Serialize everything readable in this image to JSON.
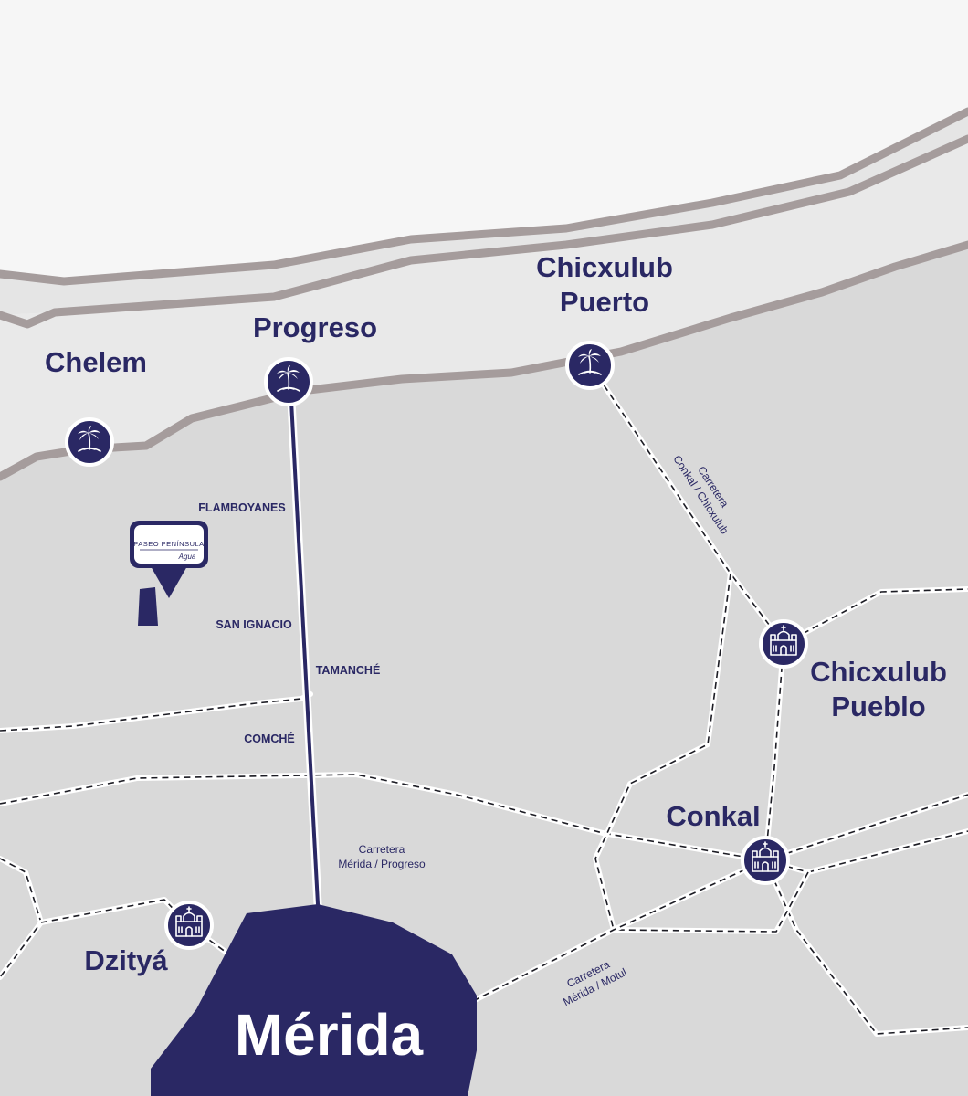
{
  "colors": {
    "land": "#d9d9d9",
    "sea": "#f6f6f6",
    "sand": "#e5e5e5",
    "coast_line": "#a59c9c",
    "accent": "#2a2864",
    "road": "#ffffff"
  },
  "towns": {
    "chelem": {
      "label": "Chelem",
      "icon": "palm-tree-icon"
    },
    "progreso": {
      "label": "Progreso",
      "icon": "palm-tree-icon"
    },
    "chicxulub_puerto": {
      "line1": "Chicxulub",
      "line2": "Puerto",
      "icon": "palm-tree-icon"
    },
    "chicxulub_pueblo": {
      "line1": "Chicxulub",
      "line2": "Pueblo",
      "icon": "church-icon"
    },
    "conkal": {
      "label": "Conkal",
      "icon": "church-icon"
    },
    "dzitya": {
      "label": "Dzityá",
      "icon": "church-icon"
    },
    "merida": {
      "label": "Mérida"
    }
  },
  "places": {
    "flamboyanes": "FLAMBOYANES",
    "san_ignacio": "SAN IGNACIO",
    "tamanche": "TAMANCHÉ",
    "comche": "COMCHÉ"
  },
  "roads": {
    "merida_progreso": {
      "line1": "Carretera",
      "line2": "Mérida / Progreso"
    },
    "conkal_chicxulub": {
      "line1": "Carretera",
      "line2": "Conkal / Chicxulub"
    },
    "merida_motul": {
      "line1": "Carretera",
      "line2": "Mérida / Motul"
    }
  },
  "development": {
    "name": "PASEO PENÍNSULA",
    "signature": "Agua",
    "icon": "location-pin-icon"
  }
}
